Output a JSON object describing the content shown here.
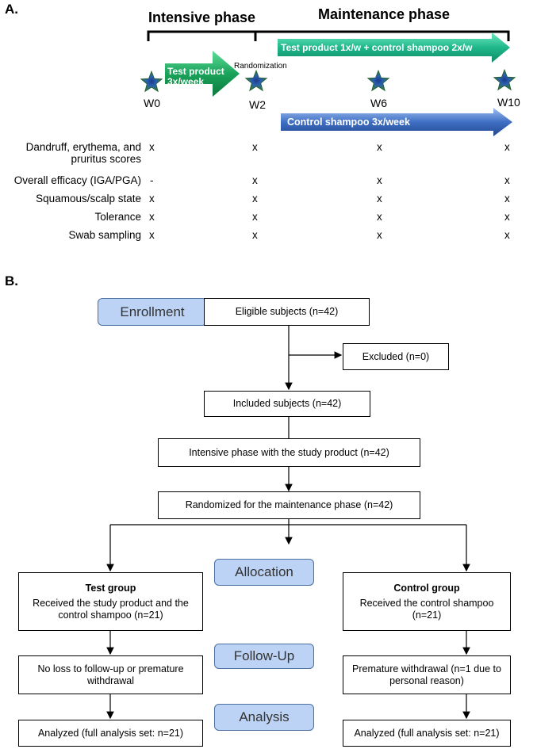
{
  "panel_a": {
    "label": "A.",
    "intensive_phase": "Intensive phase",
    "maintenance_phase": "Maintenance phase",
    "randomization": "Randomization",
    "arrow_test_intensive": [
      "Test product",
      "3x/week"
    ],
    "arrow_test_maintenance": "Test product 1x/w + control shampoo 2x/w",
    "arrow_control": "Control shampoo 3x/week",
    "colors": {
      "green": "#1aa35a",
      "blue": "#3f6fc4",
      "star": "#2f7d3a"
    },
    "timepoints": [
      "W0",
      "W2",
      "W6",
      "W10"
    ],
    "rows": [
      {
        "label": [
          "Dandruff, erythema, and",
          "pruritus scores"
        ],
        "marks": [
          "x",
          "x",
          "x",
          "x"
        ]
      },
      {
        "label": [
          "Overall efficacy (IGA/PGA)"
        ],
        "marks": [
          "-",
          "x",
          "x",
          "x"
        ]
      },
      {
        "label": [
          "Squamous/scalp state"
        ],
        "marks": [
          "x",
          "x",
          "x",
          "x"
        ]
      },
      {
        "label": [
          "Tolerance"
        ],
        "marks": [
          "x",
          "x",
          "x",
          "x"
        ]
      },
      {
        "label": [
          "Swab sampling"
        ],
        "marks": [
          "x",
          "x",
          "x",
          "x"
        ]
      }
    ]
  },
  "panel_b": {
    "label": "B.",
    "stages": {
      "enrollment": "Enrollment",
      "allocation": "Allocation",
      "followup": "Follow-Up",
      "analysis": "Analysis"
    },
    "eligible": "Eligible subjects (n=42)",
    "excluded": "Excluded (n=0)",
    "included": "Included subjects (n=42)",
    "intensive": "Intensive phase with the study product (n=42)",
    "randomized": "Randomized for the maintenance phase (n=42)",
    "test_group": {
      "title": "Test group",
      "text": "Received the study product and the control shampoo (n=21)"
    },
    "control_group": {
      "title": "Control group",
      "text": "Received the control shampoo (n=21)"
    },
    "test_followup": "No loss to follow-up or premature withdrawal",
    "control_followup": "Premature withdrawal (n=1 due to personal reason)",
    "test_analyzed": "Analyzed (full analysis set: n=21)",
    "control_analyzed": "Analyzed (full analysis set: n=21)",
    "stage_color": "#bcd3f5"
  }
}
